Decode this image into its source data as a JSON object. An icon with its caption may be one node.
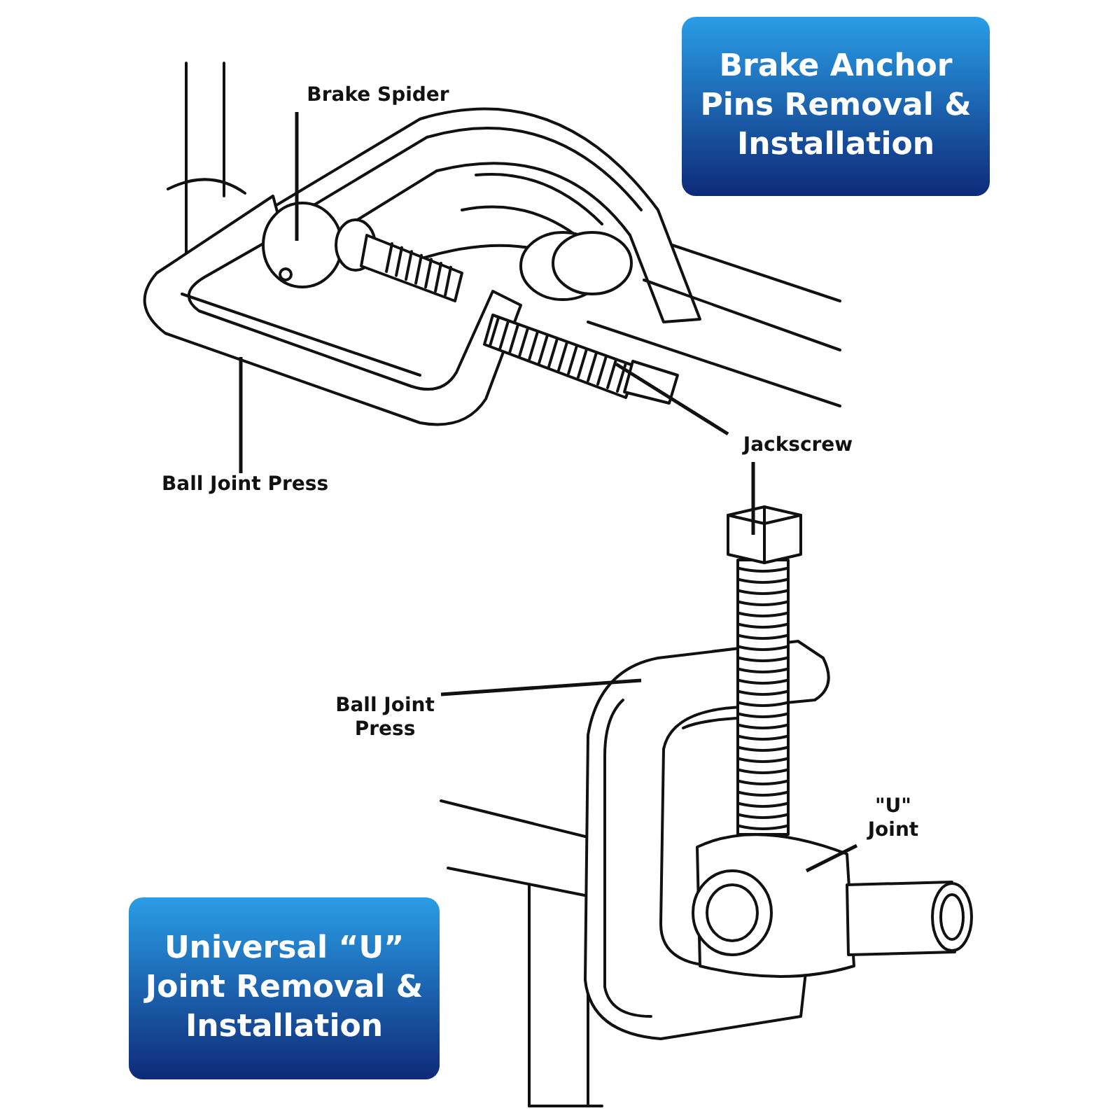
{
  "diagram": {
    "nodes": [
      {
        "text": [
          "Brake Anchor Pins Removal & Installation"
        ]
      },
      {
        "text": [
          "Brake Spider"
        ]
      },
      {
        "text": [
          "Ball Joint Press"
        ]
      },
      {
        "text": [
          "Jackscrew"
        ]
      },
      {
        "text": [
          "Ball Joint Press"
        ]
      },
      {
        "text": [
          "\"U\" Joint"
        ]
      },
      {
        "text": [
          "Universal “U” Joint Removal & Installation"
        ]
      }
    ],
    "edges": [
      {
        "from": 1,
        "to": null,
        "arrow": "none"
      },
      {
        "from": 2,
        "to": null,
        "arrow": "none"
      },
      {
        "from": 3,
        "to": null,
        "arrow": "none"
      },
      {
        "from": 3,
        "to": null,
        "arrow": "none"
      },
      {
        "from": 4,
        "to": null,
        "arrow": "none"
      },
      {
        "from": 5,
        "to": null,
        "arrow": "none"
      }
    ]
  }
}
